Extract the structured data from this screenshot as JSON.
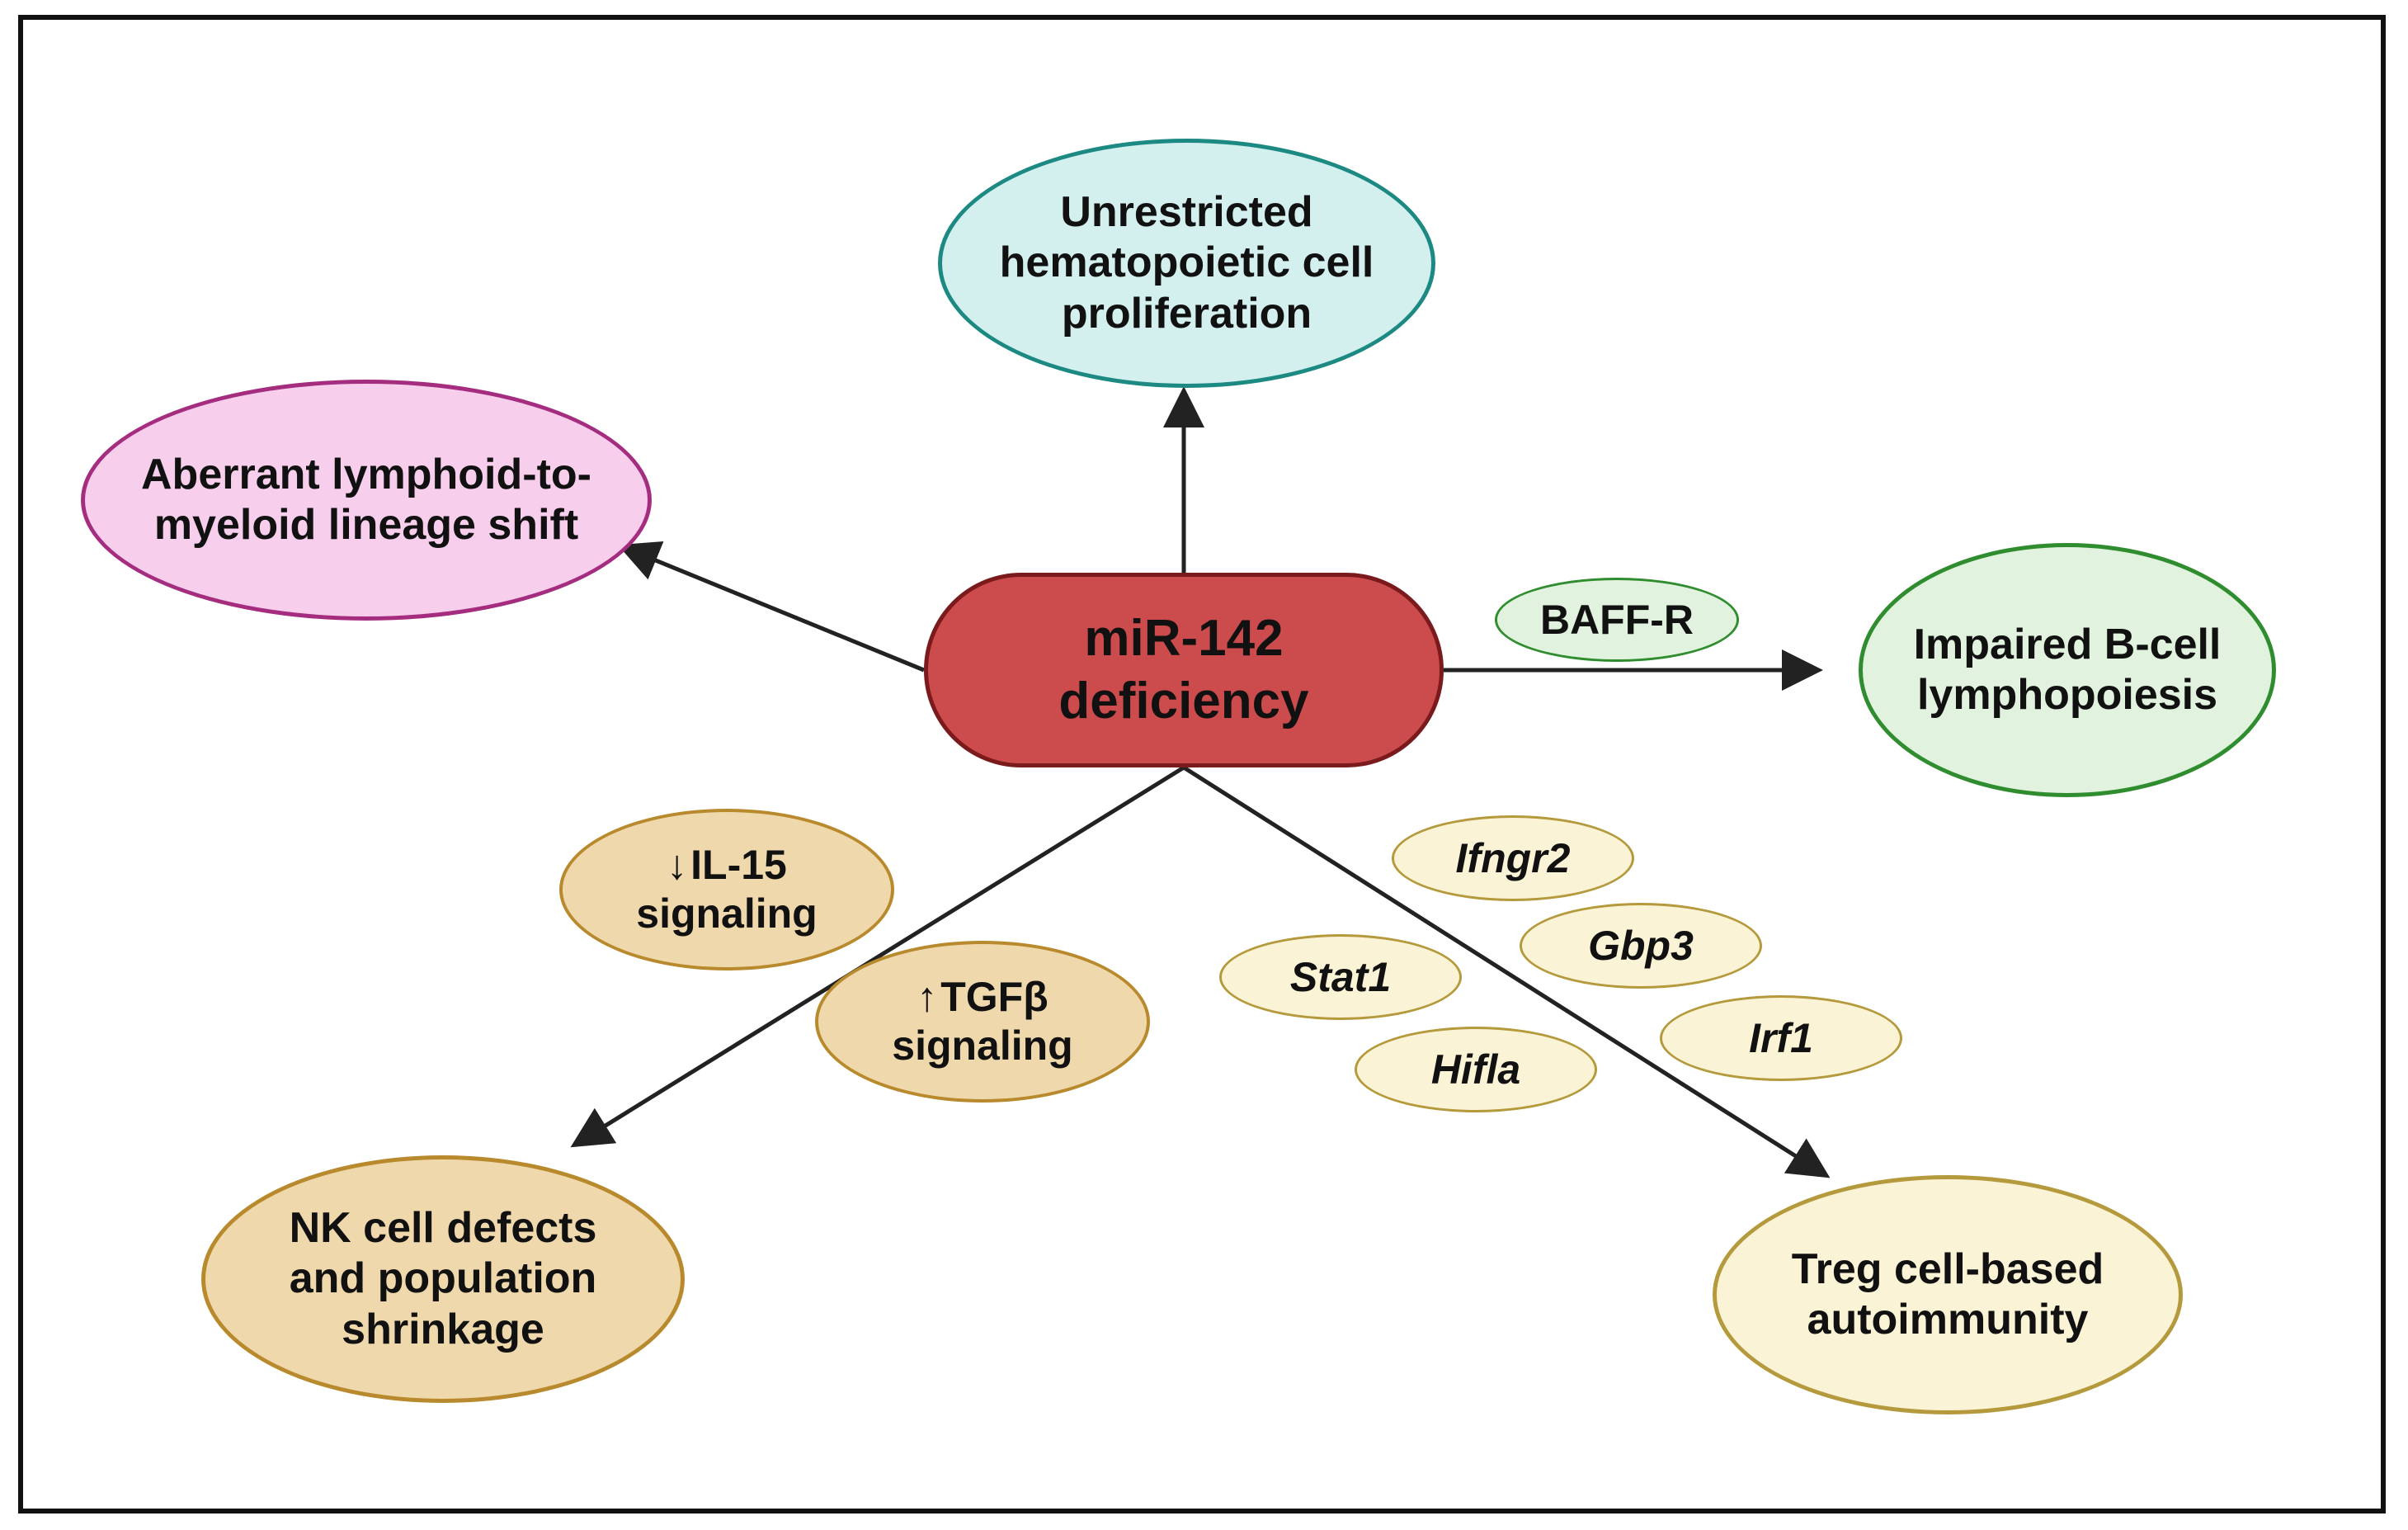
{
  "center": {
    "line1": "miR-142",
    "line2": "deficiency"
  },
  "outcomes": {
    "proliferation": {
      "lines": [
        "Unrestricted",
        "hematopoietic cell",
        "proliferation"
      ],
      "color": "#d3efee"
    },
    "lineage_shift": {
      "lines": [
        "Aberrant lymphoid-to-",
        "myeloid lineage shift"
      ],
      "color": "#f7cfec"
    },
    "b_cell": {
      "lines": [
        "Impaired B-cell",
        "lymphopoiesis"
      ],
      "color": "#e1f3de"
    },
    "nk_cell": {
      "lines": [
        "NK cell defects",
        "and population",
        "shrinkage"
      ],
      "color": "#efd9ac"
    },
    "treg": {
      "lines": [
        "Treg cell-based",
        "autoimmunity"
      ],
      "color": "#fbf3d6"
    }
  },
  "mediators": {
    "baff_r": "BAFF-R",
    "il15": {
      "arrow": "↓",
      "line1": "IL-15",
      "line2": "signaling"
    },
    "tgfb": {
      "arrow": "↑",
      "line1": "TGFβ",
      "line2": "signaling"
    },
    "genes": [
      "Ifngr2",
      "Gbp3",
      "Stat1",
      "Irf1",
      "Hifla"
    ]
  },
  "colors": {
    "center_fill": "#cc4b4c",
    "arrow": "#222222"
  }
}
